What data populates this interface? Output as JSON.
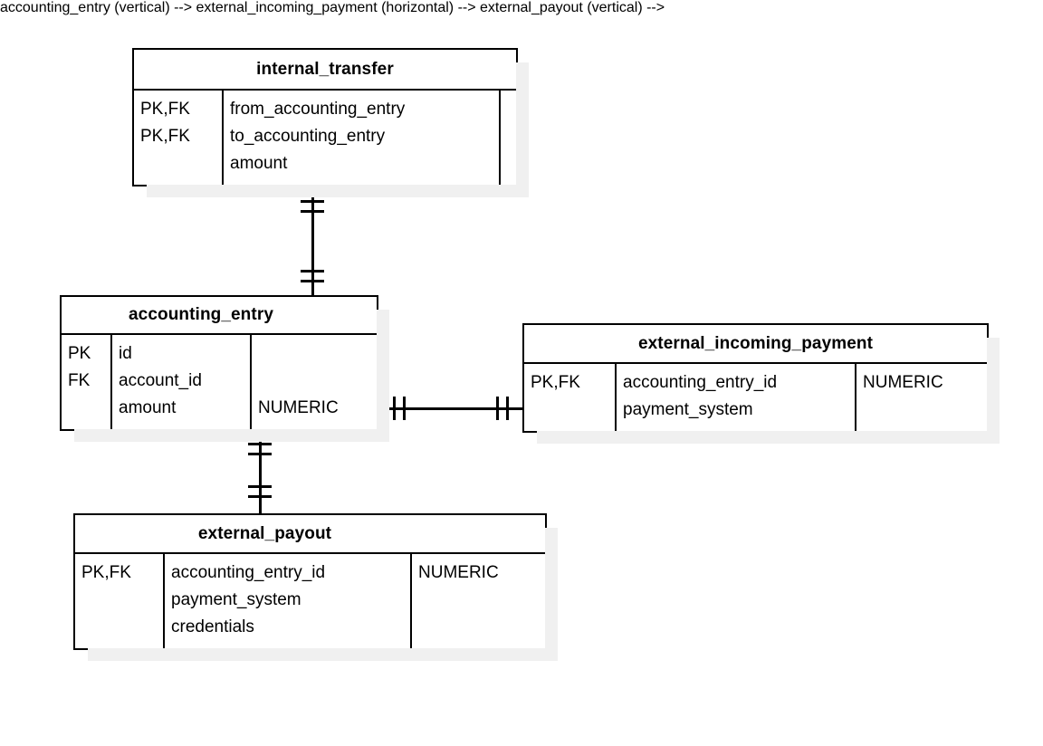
{
  "diagram": {
    "title": "entity-relationship-diagram",
    "notation": "crow's foot / IE one-to-one",
    "background_color": "#ffffff",
    "line_color": "#000000",
    "shadow_color": "#f0f0f0"
  },
  "entities": [
    {
      "id": "internal_transfer",
      "name": "internal_transfer",
      "keys": [
        "PK,FK",
        "PK,FK",
        ""
      ],
      "attributes": [
        "from_accounting_entry",
        "to_accounting_entry",
        "amount"
      ],
      "types": [
        "",
        "",
        ""
      ]
    },
    {
      "id": "accounting_entry",
      "name": "accounting_entry",
      "keys": [
        "PK",
        "FK",
        ""
      ],
      "attributes": [
        "id",
        "account_id",
        "amount"
      ],
      "types": [
        "",
        "",
        "NUMERIC"
      ]
    },
    {
      "id": "external_incoming_payment",
      "name": "external_incoming_payment",
      "keys": [
        "PK,FK",
        ""
      ],
      "attributes": [
        "accounting_entry_id",
        "payment_system"
      ],
      "types": [
        "NUMERIC",
        ""
      ]
    },
    {
      "id": "external_payout",
      "name": "external_payout",
      "keys": [
        "PK,FK",
        "",
        ""
      ],
      "attributes": [
        "accounting_entry_id",
        "payment_system",
        "credentials"
      ],
      "types": [
        "NUMERIC",
        "",
        ""
      ]
    }
  ],
  "relationships": [
    {
      "id": "rel-internal-transfer-accounting-entry",
      "from": "internal_transfer",
      "to": "accounting_entry",
      "from_cardinality": "one-and-only-one",
      "to_cardinality": "one-and-only-one",
      "orientation": "vertical"
    },
    {
      "id": "rel-accounting-entry-external-incoming-payment",
      "from": "accounting_entry",
      "to": "external_incoming_payment",
      "from_cardinality": "one-and-only-one",
      "to_cardinality": "one-and-only-one",
      "orientation": "horizontal"
    },
    {
      "id": "rel-accounting-entry-external-payout",
      "from": "accounting_entry",
      "to": "external_payout",
      "from_cardinality": "one-and-only-one",
      "to_cardinality": "one-and-only-one",
      "orientation": "vertical"
    }
  ]
}
